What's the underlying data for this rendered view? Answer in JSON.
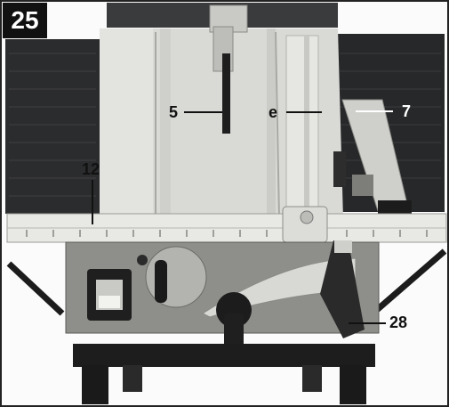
{
  "figure": {
    "number": "25"
  },
  "callouts": {
    "c5": "5",
    "ce": "e",
    "c7": "7",
    "c12": "12",
    "c28": "28"
  },
  "colors": {
    "table_surface": "#d9d9d6",
    "extension_dark": "#262829",
    "housing": "#8e8f8a",
    "background": "#ffffff"
  }
}
